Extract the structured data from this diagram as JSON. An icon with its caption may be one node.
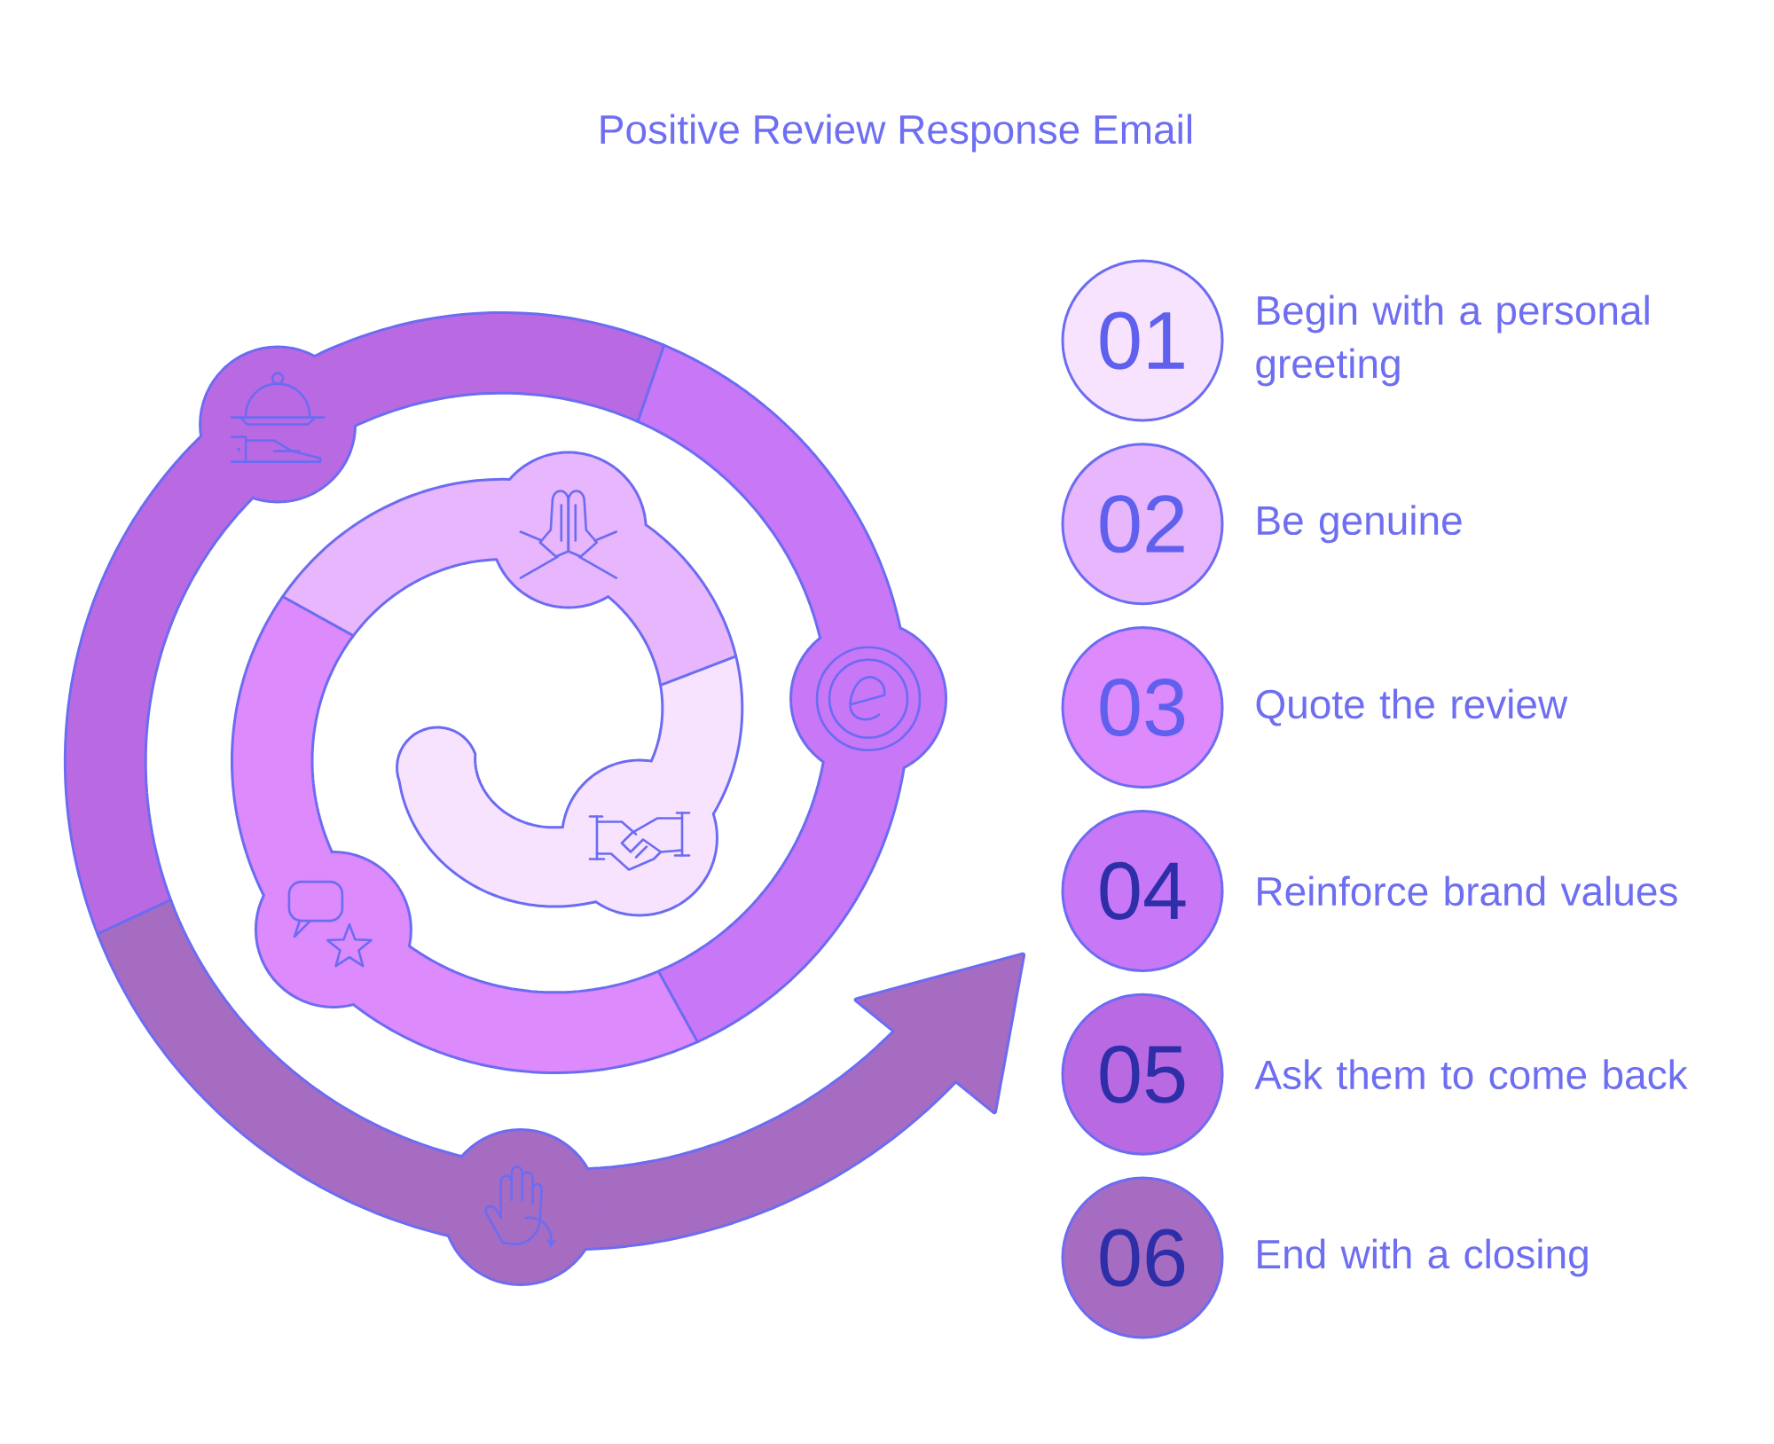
{
  "diagram": {
    "title": "Positive Review Response Email",
    "nodes": [
      {
        "text": [
          "01"
        ],
        "beside": [
          "Begin with a personal greeting"
        ]
      },
      {
        "text": [
          "02"
        ],
        "beside": [
          "Be genuine"
        ]
      },
      {
        "text": [
          "03"
        ],
        "beside": [
          "Quote the review"
        ]
      },
      {
        "text": [
          "04"
        ],
        "beside": [
          "Reinforce brand values"
        ]
      },
      {
        "text": [
          "05"
        ],
        "beside": [
          "Ask them to come back"
        ]
      },
      {
        "text": [
          "06"
        ],
        "beside": [
          "End with a closing"
        ]
      }
    ]
  }
}
